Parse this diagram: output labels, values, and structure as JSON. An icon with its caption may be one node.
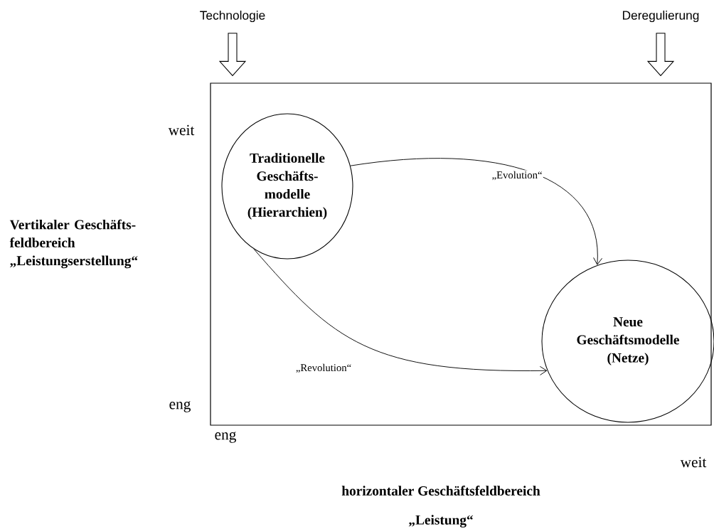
{
  "diagram": {
    "nodes": [
      {
        "text": [
          "Technologie"
        ]
      },
      {
        "text": [
          "Deregulierung"
        ]
      },
      {
        "text": [],
        "shape": "box"
      },
      {
        "text": [
          "Traditionelle Geschäfts- modelle (Hierarchien)"
        ],
        "in": 2
      },
      {
        "text": [
          "Neue Geschäftsmodelle (Netze)"
        ],
        "in": 2
      }
    ],
    "edges": [
      {
        "from": 0,
        "to": 2,
        "arrow": "to"
      },
      {
        "from": 1,
        "to": 2,
        "arrow": "to"
      },
      {
        "from": 3,
        "to": 4,
        "arrow": "to",
        "label": "„Evolution“"
      },
      {
        "from": 3,
        "to": 4,
        "arrow": "to",
        "label": "„Revolution“"
      }
    ],
    "labels": [
      "weit",
      "Vertikaler Geschäfts- feldbereich „Leistungserstellung“",
      "eng",
      "eng",
      "weit",
      "horizontaler Geschäftsfeldbereich",
      "„Leistung“"
    ]
  }
}
